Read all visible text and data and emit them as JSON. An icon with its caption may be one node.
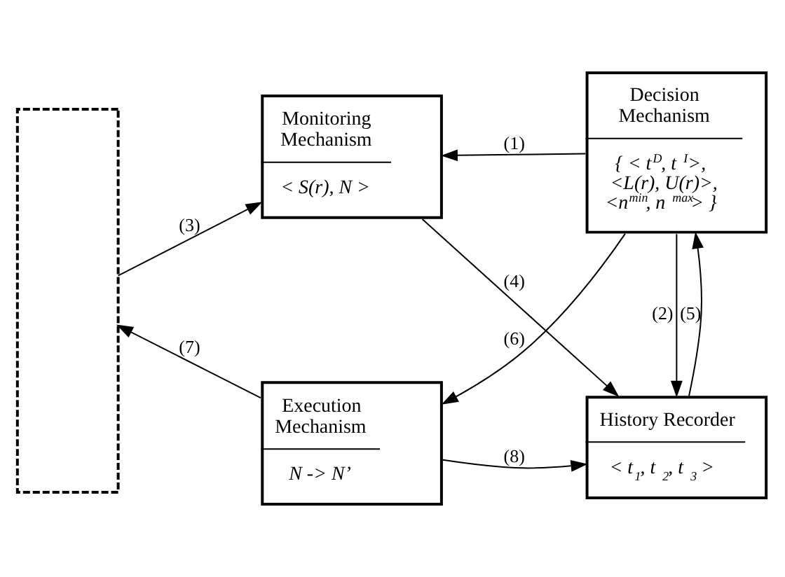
{
  "diagram": {
    "nodes": [
      {
        "text": [],
        "shape": "box"
      },
      {
        "text": [
          "Monitoring Mechanism",
          "< S(r), N >"
        ]
      },
      {
        "text": [
          "History Recorder",
          "< t$_{1}$, t$_{2}$, t$_{3}$ >"
        ]
      },
      {
        "text": [
          "Execution Mechanism",
          "N -> N’"
        ]
      },
      {
        "text": [
          "Decision Mechanism",
          "{ < t$^{D}$, t$^{I}$>, <L(r), U(r)>, <n$^{min}$, n$^{max}$> }"
        ]
      }
    ],
    "edges": [
      {
        "from": 0,
        "to": 1,
        "arrow": "to",
        "label": "(3)"
      },
      {
        "from": 1,
        "to": 2,
        "arrow": "to",
        "label": "(4)"
      },
      {
        "from": 4,
        "to": 1,
        "arrow": "to",
        "label": "(1)"
      },
      {
        "from": 3,
        "to": 2,
        "arrow": "to",
        "label": "(8)"
      },
      {
        "from": 4,
        "to": 2,
        "arrow": "to",
        "label": "(2)"
      },
      {
        "from": 2,
        "to": 4,
        "arrow": "to",
        "label": "(5)"
      },
      {
        "from": 4,
        "to": 3,
        "arrow": "to",
        "label": "(6)"
      },
      {
        "from": 3,
        "to": 0,
        "arrow": "to",
        "label": "(7)"
      }
    ]
  }
}
